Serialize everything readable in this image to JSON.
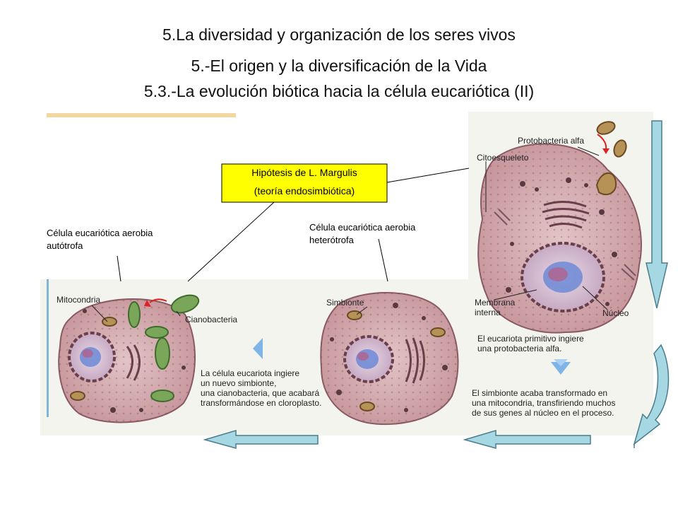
{
  "titles": {
    "line1": "5.La diversidad y organización de los seres vivos",
    "line2": "5.-El origen y la diversificación de la Vida",
    "line3": "5.3.-La evolución biótica hacia la célula eucariótica (II)"
  },
  "hypothesis": {
    "line1": "Hipótesis de L. Margulis",
    "line2": "(teoría endosimbiótica)"
  },
  "captions": {
    "autotrofa_1": "Célula eucariótica aerobia",
    "autotrofa_2": "autótrofa",
    "heterotrofa_1": "Célula eucariótica aerobia",
    "heterotrofa_2": "heterótrofa"
  },
  "figure_labels": {
    "protobacteria": "Protobacteria alfa",
    "citoesqueleto": "Citoesqueleto",
    "membrana_1": "Membrana",
    "membrana_2": "interna",
    "nucleo": "Núcleo",
    "mitocondria": "Mitocondria",
    "cianobacteria": "Cianobacteria",
    "simbionte": "Simbionte"
  },
  "figure_texts": {
    "ingests_1": "El eucariota primitivo ingiere",
    "ingests_2": "una protobacteria alfa.",
    "transforms_1": "El simbionte acaba transformado en",
    "transforms_2": "una mitocondria, transfiriendo muchos",
    "transforms_3": "de sus genes al núcleo en el proceso.",
    "chloro_1": "La célula eucariota ingiere",
    "chloro_2": "un nuevo simbionte,",
    "chloro_3": "una cianobacteria, que acabará",
    "chloro_4": "transformándose en cloroplasto."
  },
  "colors": {
    "hypothesis_box": "#ffff00",
    "arrow_fill": "#a6d8e4",
    "arrow_stroke": "#4a7d8c",
    "cell_fill": "#d6b0b4",
    "cell_border": "#8a5a62",
    "nucleus_blue": "#4f7fd0",
    "chloroplast_green": "#7aa65a"
  }
}
